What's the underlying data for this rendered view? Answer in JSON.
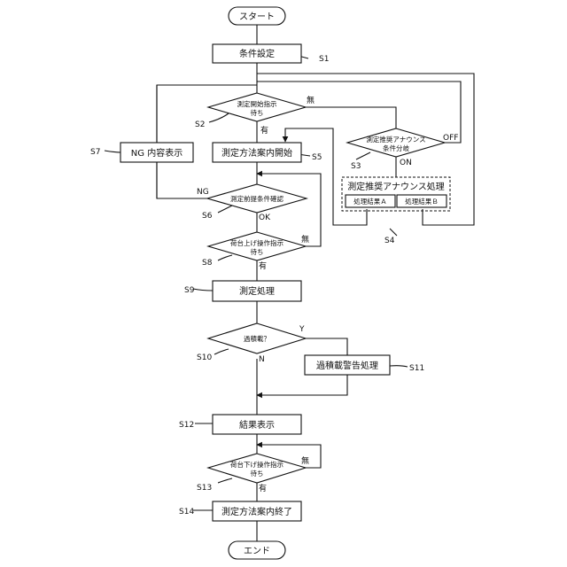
{
  "nodes": {
    "start": "スタート",
    "n1": "条件設定",
    "d2": [
      "測定開始指示",
      "待ち"
    ],
    "d3": [
      "測定推奨アナウンス",
      "条件分岐"
    ],
    "n4_title": "測定推奨アナウンス処理",
    "n4_a": "処理結果Ａ",
    "n4_b": "処理結果Ｂ",
    "n5": "測定方法案内開始",
    "d6": "測定前提条件確認",
    "n7": "NG 内容表示",
    "d8": [
      "荷台上げ操作指示",
      "待ち"
    ],
    "n9": "測定処理",
    "d10": "過積載？",
    "n11": "過積載警告処理",
    "n12": "結果表示",
    "d13": [
      "荷台下げ操作指示",
      "待ち"
    ],
    "n14": "測定方法案内終了",
    "end": "エンド"
  },
  "steps": {
    "s1": "S1",
    "s2": "S2",
    "s3": "S3",
    "s4": "S4",
    "s5": "S5",
    "s6": "S6",
    "s7": "S7",
    "s8": "S8",
    "s9": "S9",
    "s10": "S10",
    "s11": "S11",
    "s12": "S12",
    "s13": "S13",
    "s14": "S14"
  },
  "edges": {
    "d2_no": "無",
    "d2_yes": "有",
    "d3_off": "OFF",
    "d3_on": "ON",
    "d6_ng": "NG",
    "d6_ok": "OK",
    "d8_no": "無",
    "d8_yes": "有",
    "d10_y": "Y",
    "d10_n": "N",
    "d13_no": "無",
    "d13_yes": "有"
  }
}
